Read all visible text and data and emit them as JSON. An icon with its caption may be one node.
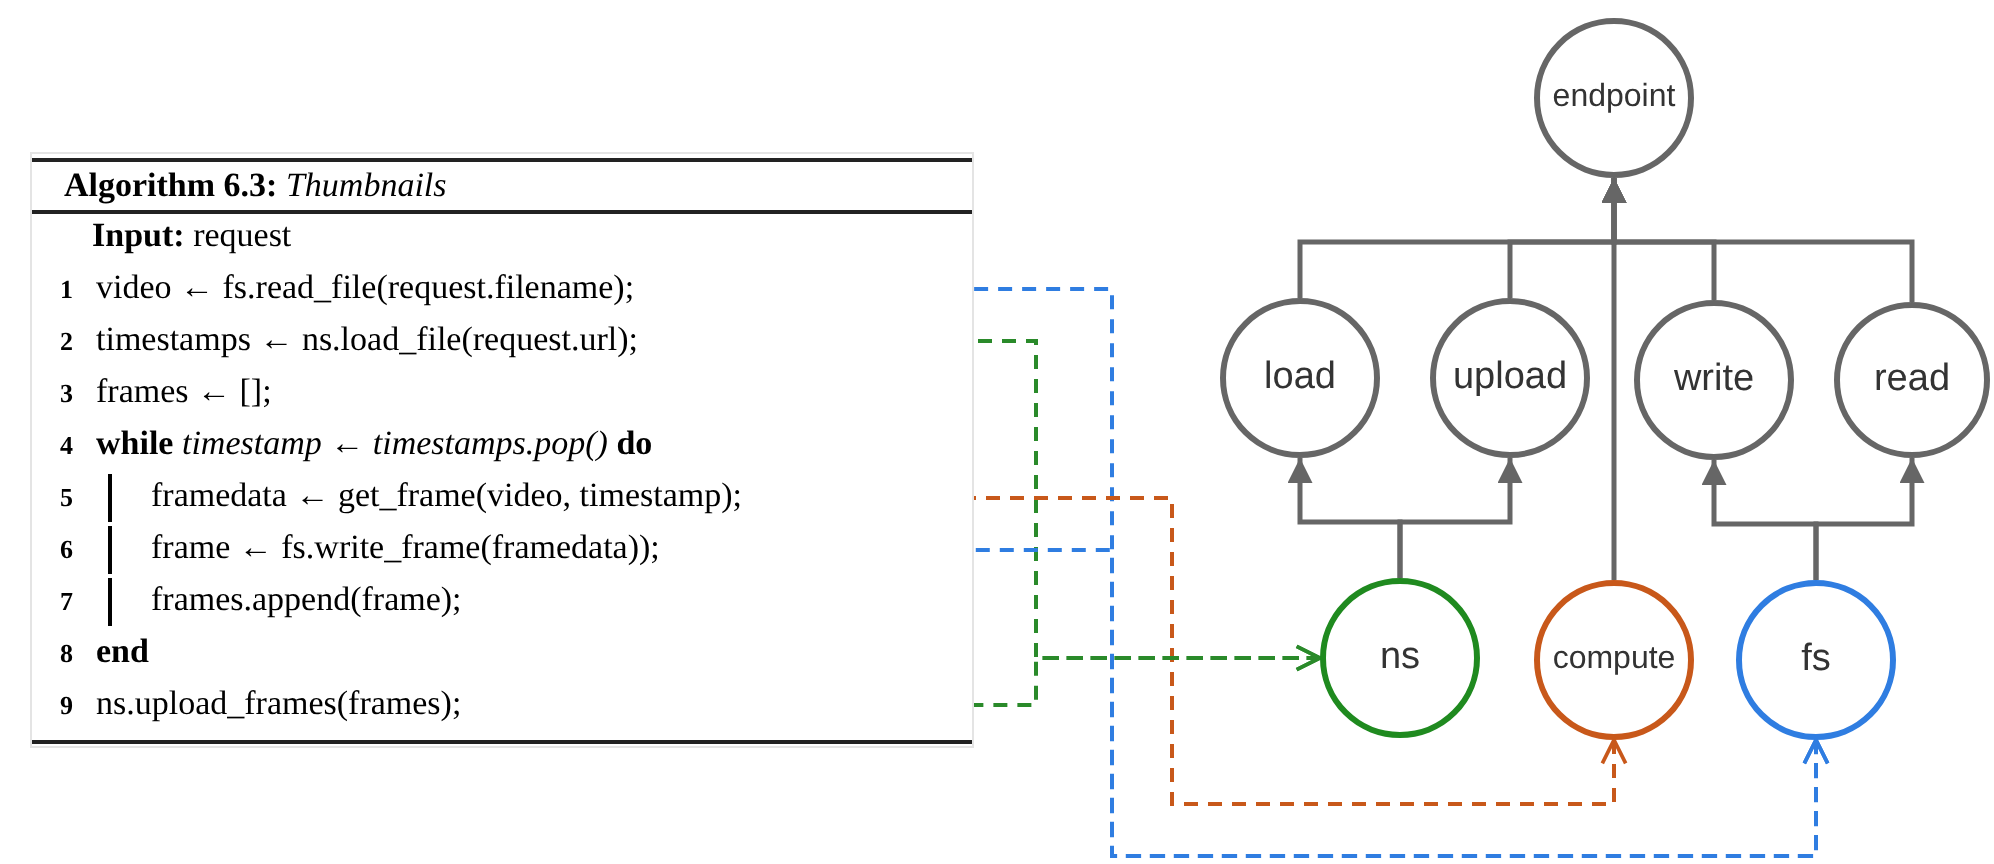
{
  "diagram": {
    "nodes": [
      {
        "text": [
          "**Algorithm 6.3:** *Thumbnails*"
        ]
      },
      {
        "text": [
          "**Input:** request"
        ],
        "in": 0
      },
      {
        "text": [
          "1",
          "video ← fs.read_file(request.filename);"
        ],
        "in": 0
      },
      {
        "text": [
          "2",
          "timestamps ← ns.load_file(request.url);"
        ],
        "in": 0
      },
      {
        "text": [
          "3",
          "frames ← [];"
        ],
        "in": 0
      },
      {
        "text": [
          "4",
          "**while** *timestamp ← timestamps.pop()* **do**"
        ],
        "in": 0
      },
      {
        "text": [
          "5",
          "framedata ← get_frame(video, timestamp);"
        ],
        "in": 0
      },
      {
        "text": [
          "6",
          "frame ← fs.write_frame(framedata));"
        ],
        "in": 0
      },
      {
        "text": [
          "7",
          "frames.append(frame);"
        ],
        "in": 0
      },
      {
        "text": [
          "8",
          "**end**"
        ],
        "in": 0
      },
      {
        "text": [
          "9",
          "ns.upload_frames(frames);"
        ],
        "in": 0
      },
      {
        "text": [
          "endpoint"
        ]
      },
      {
        "text": [
          "load"
        ]
      },
      {
        "text": [
          "upload"
        ]
      },
      {
        "text": [
          "write"
        ]
      },
      {
        "text": [
          "read"
        ]
      },
      {
        "text": [
          "ns"
        ]
      },
      {
        "text": [
          "compute"
        ]
      },
      {
        "text": [
          "fs"
        ]
      }
    ],
    "edges": [
      {
        "from": 12,
        "to": 11,
        "arrow": "to"
      },
      {
        "from": 13,
        "to": 11,
        "arrow": "to"
      },
      {
        "from": 14,
        "to": 11,
        "arrow": "to"
      },
      {
        "from": 15,
        "to": 11,
        "arrow": "to"
      },
      {
        "from": 17,
        "to": 11,
        "arrow": "to"
      },
      {
        "from": 16,
        "to": 12,
        "arrow": "to"
      },
      {
        "from": 16,
        "to": 13,
        "arrow": "to"
      },
      {
        "from": 18,
        "to": 14,
        "arrow": "to"
      },
      {
        "from": 18,
        "to": 15,
        "arrow": "to"
      },
      {
        "from": 2,
        "to": 18,
        "arrow": "to",
        "style": "dashed",
        "color": "#2f7de1"
      },
      {
        "from": 3,
        "to": 16,
        "arrow": "to",
        "style": "dashed",
        "color": "#2a8a2a"
      },
      {
        "from": 6,
        "to": 17,
        "arrow": "to",
        "style": "dashed",
        "color": "#c8581a"
      },
      {
        "from": 7,
        "to": 18,
        "arrow": "to",
        "style": "dashed",
        "color": "#2f7de1"
      },
      {
        "from": 10,
        "to": 16,
        "arrow": "to",
        "style": "dashed",
        "color": "#2a8a2a"
      }
    ]
  }
}
